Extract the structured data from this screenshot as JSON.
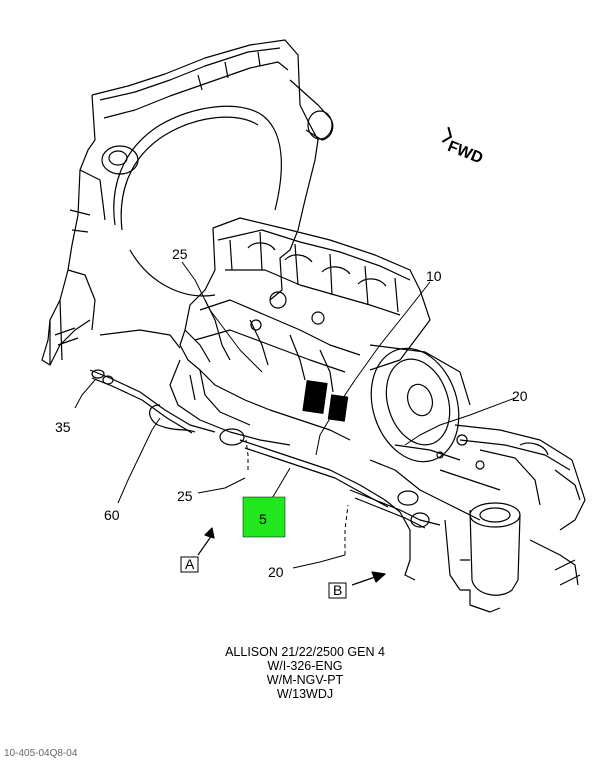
{
  "diagram": {
    "callouts": {
      "c25_top": "25",
      "c10": "10",
      "c20_right": "20",
      "c35": "35",
      "c60": "60",
      "c25_bottom": "25",
      "c5": "5",
      "c20_bottom": "20"
    },
    "view_labels": {
      "a": "A",
      "b": "B"
    },
    "fwd_marker": "FWD",
    "highlight_color": "#22e61e"
  },
  "caption": {
    "line1": "ALLISON 21/22/2500 GEN 4",
    "line2": "W/I-326-ENG",
    "line3": "W/M-NGV-PT",
    "line4": "W/13WDJ"
  },
  "footer": {
    "drawing_id": "10-405-04Q8-04"
  }
}
